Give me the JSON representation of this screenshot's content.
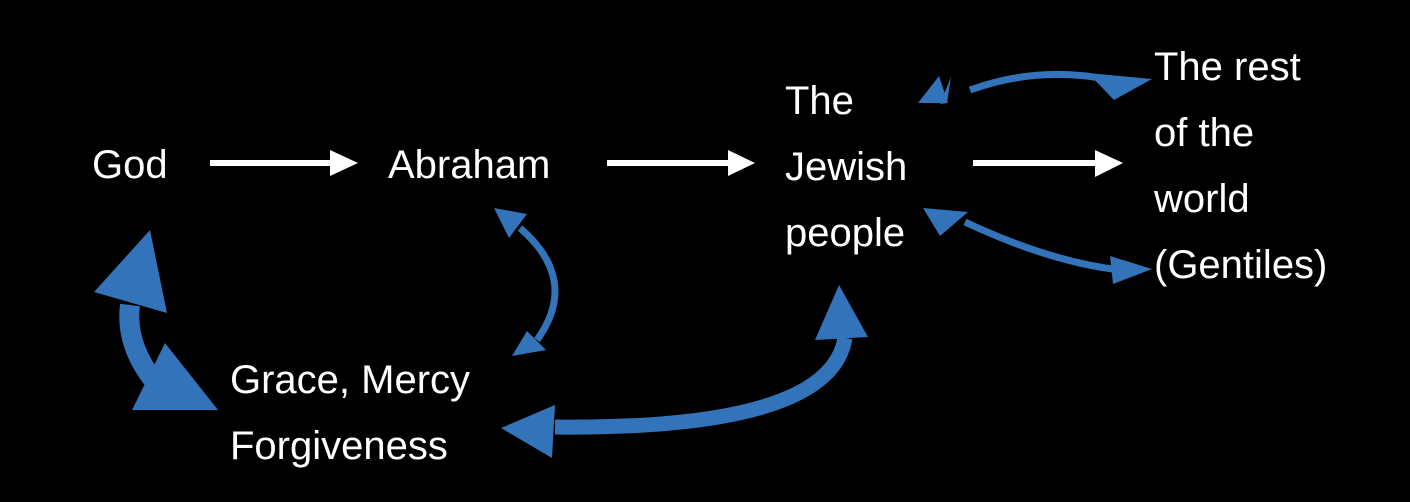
{
  "diagram": {
    "nodes": {
      "god": "God",
      "abraham": "Abraham",
      "jewish_people": [
        "The",
        "Jewish",
        "people"
      ],
      "rest_of_world": [
        "The rest",
        "of the",
        "world",
        "(Gentiles)"
      ],
      "grace": [
        "Grace, Mercy",
        "Forgiveness"
      ]
    },
    "edges": [
      {
        "from": "God",
        "to": "Abraham",
        "style": "one-way",
        "color": "#ffffff"
      },
      {
        "from": "Abraham",
        "to": "The Jewish people",
        "style": "one-way",
        "color": "#ffffff"
      },
      {
        "from": "The Jewish people",
        "to": "The rest of the world (Gentiles)",
        "style": "one-way",
        "color": "#ffffff"
      },
      {
        "from": "God",
        "to": "Grace, Mercy Forgiveness",
        "style": "two-way",
        "color": "#3373b9"
      },
      {
        "from": "Abraham",
        "to": "Grace, Mercy Forgiveness",
        "style": "two-way",
        "color": "#3373b9"
      },
      {
        "from": "The Jewish people",
        "to": "Grace, Mercy Forgiveness",
        "style": "two-way",
        "color": "#3373b9"
      },
      {
        "from": "The Jewish people",
        "to": "The rest of the world (Gentiles)",
        "style": "two-way-upper",
        "color": "#3373b9"
      },
      {
        "from": "The Jewish people",
        "to": "The rest of the world (Gentiles)",
        "style": "two-way-lower",
        "color": "#3373b9"
      }
    ],
    "colors": {
      "background": "#000000",
      "text": "#ffffff",
      "accent": "#3373b9"
    }
  }
}
